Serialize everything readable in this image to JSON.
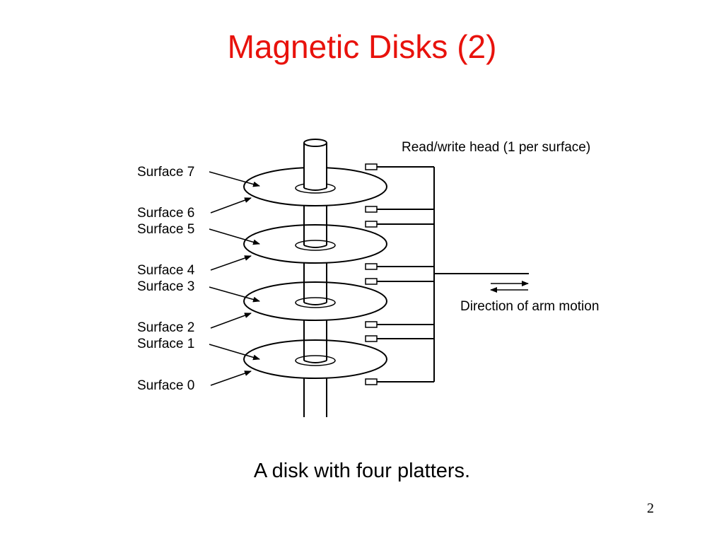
{
  "slide": {
    "title": "Magnetic Disks (2)",
    "title_color": "#e8120c",
    "caption": "A disk with four platters.",
    "page_number": "2"
  },
  "diagram": {
    "head_label": "Read/write head (1 per surface)",
    "arm_motion_label": "Direction of arm motion",
    "surfaces": [
      "Surface 7",
      "Surface 6",
      "Surface 5",
      "Surface 4",
      "Surface 3",
      "Surface 2",
      "Surface 1",
      "Surface 0"
    ]
  }
}
